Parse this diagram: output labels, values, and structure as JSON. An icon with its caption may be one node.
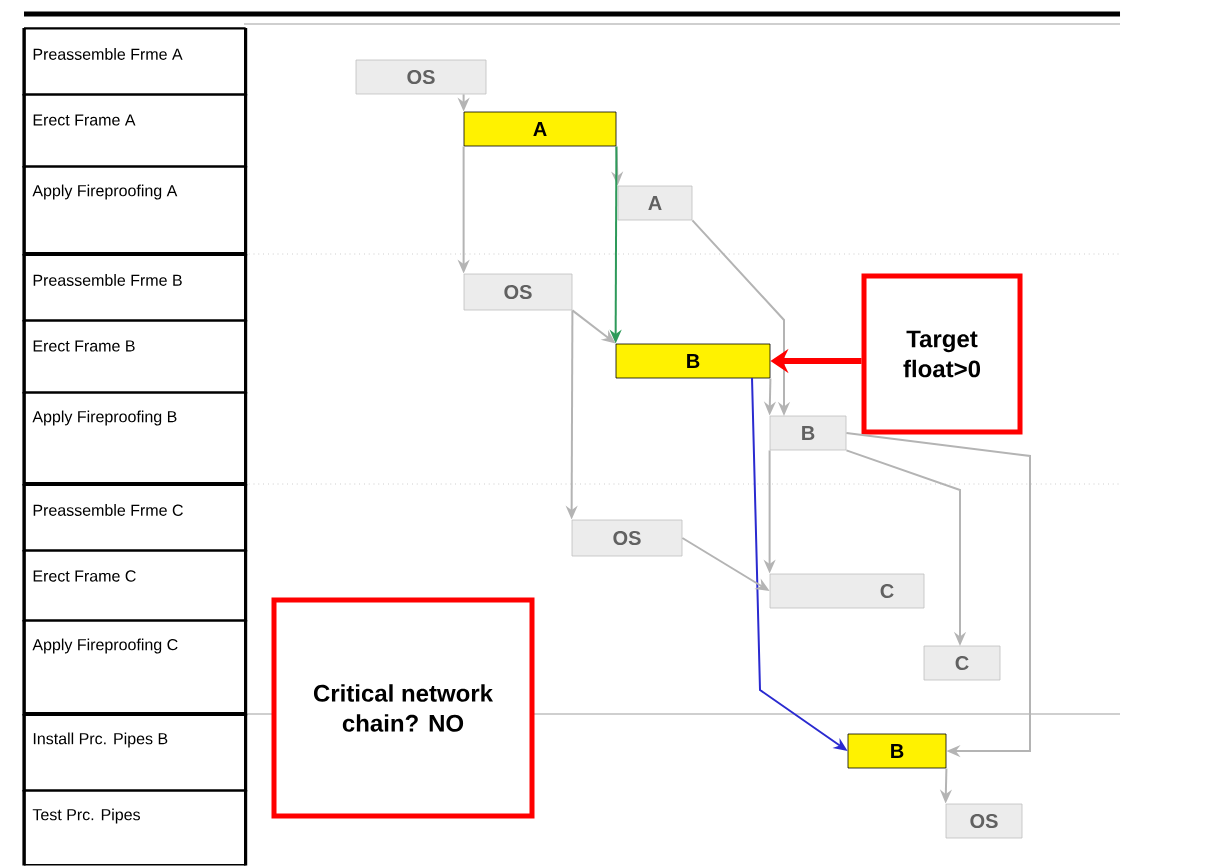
{
  "diagram": {
    "nodes": [
      {
        "text": [
          "OS"
        ]
      },
      {
        "text": [
          "A"
        ]
      },
      {
        "text": [
          "A"
        ]
      },
      {
        "text": [
          "OS"
        ]
      },
      {
        "text": [
          "B"
        ]
      },
      {
        "text": [
          "B"
        ]
      },
      {
        "text": [
          "OS"
        ]
      },
      {
        "text": [
          "C"
        ]
      },
      {
        "text": [
          "C"
        ]
      },
      {
        "text": [
          "B"
        ]
      },
      {
        "text": [
          "OS"
        ]
      },
      {
        "text": [
          "Target float>0"
        ]
      },
      {
        "text": [
          "Critical network chain? NO"
        ]
      }
    ],
    "edges": [
      {
        "from": 0,
        "to": 1,
        "arrow": "to"
      },
      {
        "from": 1,
        "to": 3,
        "arrow": "to"
      },
      {
        "from": 1,
        "to": 2,
        "arrow": "to"
      },
      {
        "from": 1,
        "to": 4,
        "arrow": "to",
        "color": "#2e9a5a"
      },
      {
        "from": 3,
        "to": 4,
        "arrow": "to"
      },
      {
        "from": 3,
        "to": 6,
        "arrow": "to"
      },
      {
        "from": 2,
        "to": 5,
        "arrow": "to"
      },
      {
        "from": 4,
        "to": 5,
        "arrow": "to"
      },
      {
        "from": 4,
        "to": 9,
        "arrow": "to",
        "color": "#2a2ad0"
      },
      {
        "from": 5,
        "to": 7,
        "arrow": "to"
      },
      {
        "from": 5,
        "to": 9,
        "arrow": "to"
      },
      {
        "from": 5,
        "to": 8,
        "arrow": "to"
      },
      {
        "from": 6,
        "to": 7,
        "arrow": "to"
      },
      {
        "from": 9,
        "to": 10,
        "arrow": "to"
      },
      {
        "from": 11,
        "to": 4,
        "arrow": "to",
        "style": "thick",
        "color": "#ff0000"
      }
    ],
    "labels": [
      "Preassemble Frme A",
      "Erect Frame A",
      "Apply Fireproofing A",
      "Preassemble Frme B",
      "Erect Frame B",
      "Apply Fireproofing B",
      "Preassemble Frme C",
      "Erect Frame C",
      "Apply Fireproofing C",
      "Install Prc. Pipes B",
      "Test Prc. Pipes"
    ]
  }
}
